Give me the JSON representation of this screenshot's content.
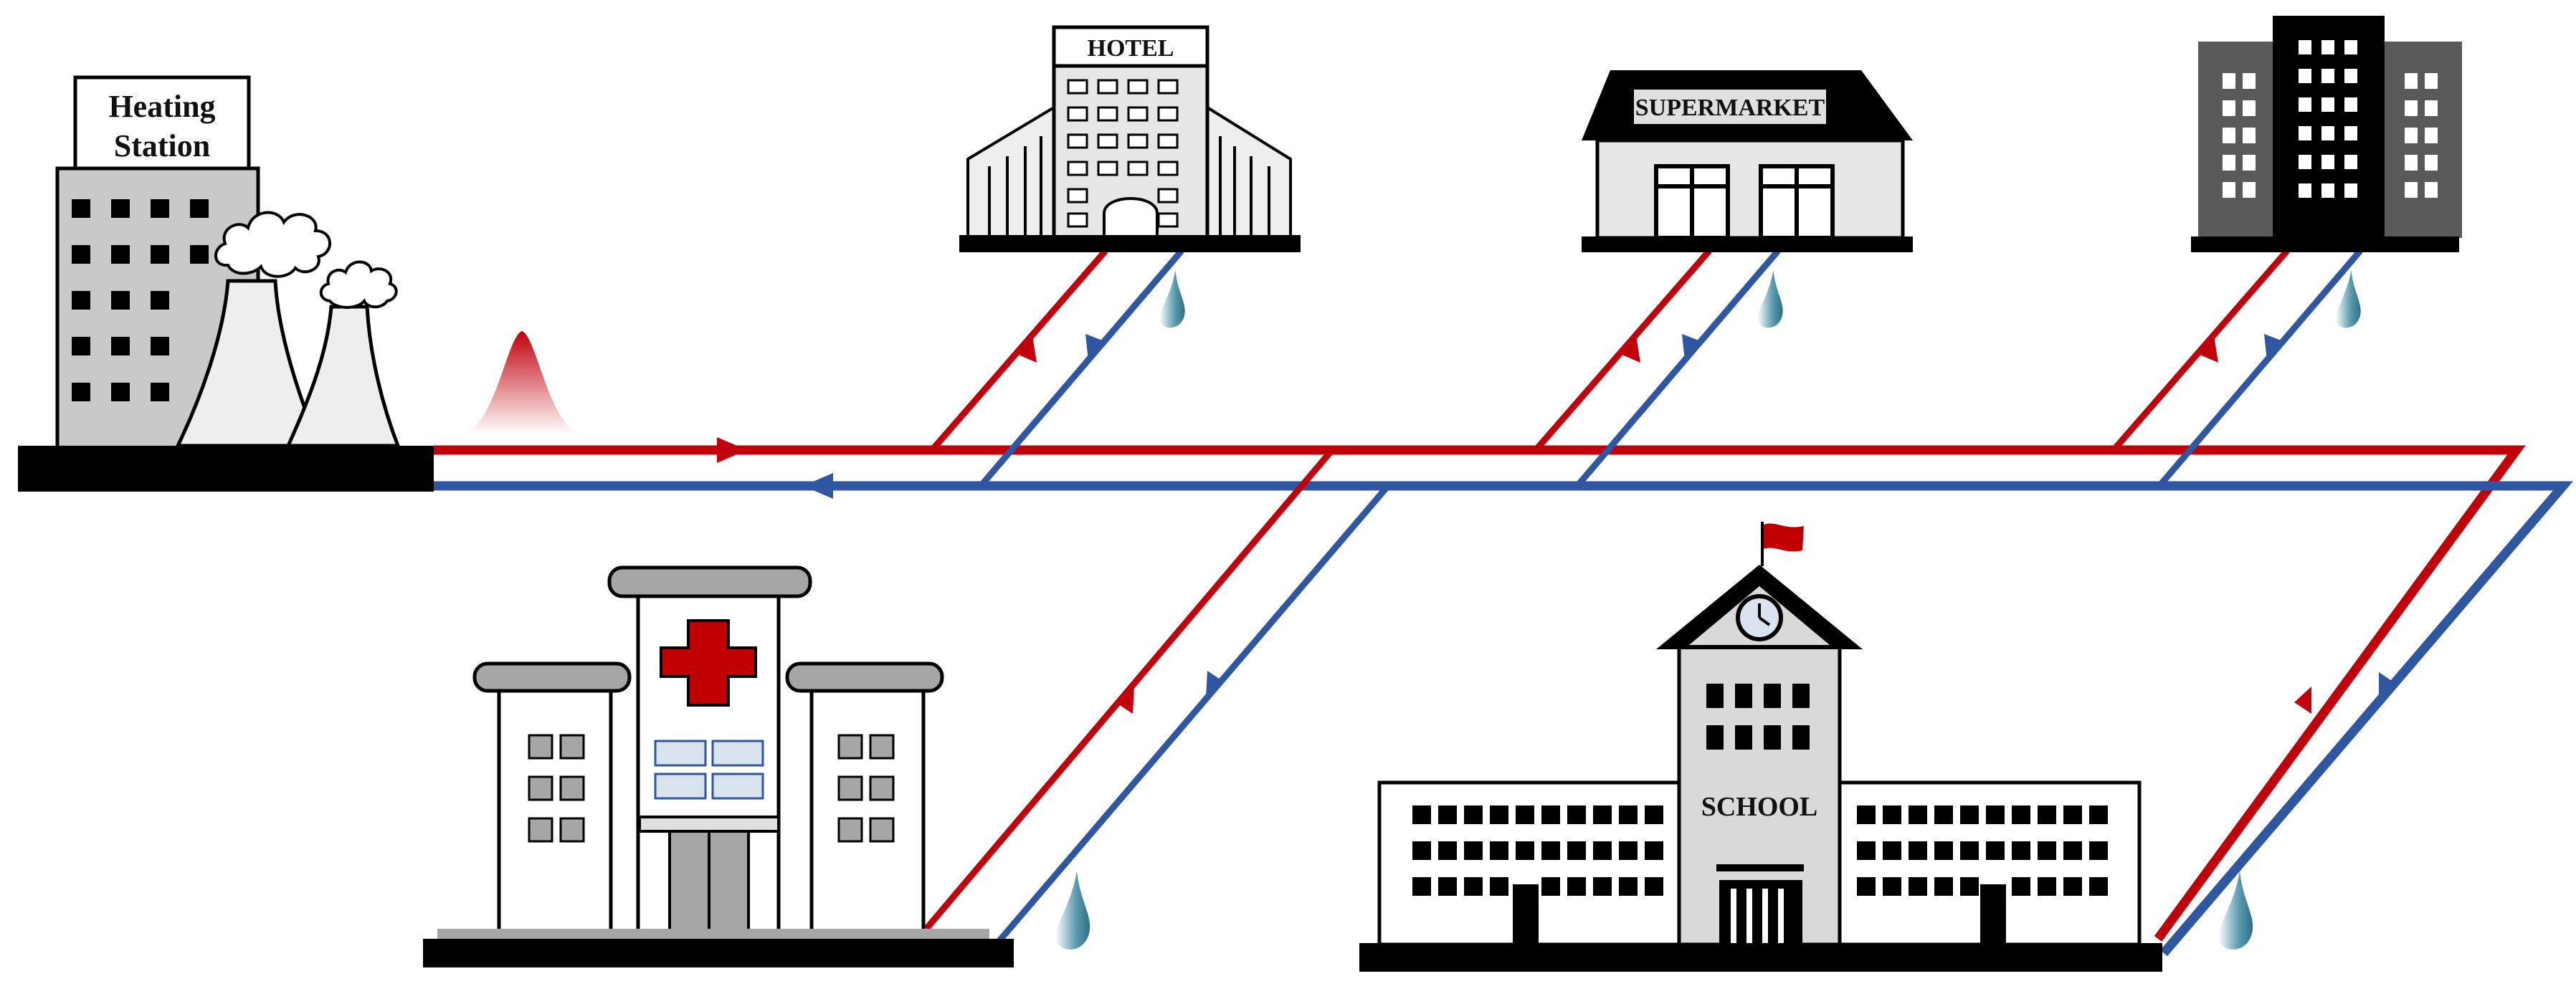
{
  "labels": {
    "heating_station_line1": "Heating",
    "heating_station_line2": "Station",
    "hotel": "HOTEL",
    "supermarket": "SUPERMARKET",
    "school": "SCHOOL"
  },
  "colors": {
    "supply_pipe": "#c0000b",
    "return_pipe": "#2f56a0",
    "building_fill": "#d9d9d9",
    "building_dark": "#595959",
    "outline": "#000000",
    "hospital_cross": "#c00000",
    "leak_drop": "#5b9bb0"
  },
  "icons": {
    "heat_source": "heating-station-building",
    "consumers": [
      "hotel-building",
      "supermarket-building",
      "office-tower-building",
      "hospital-building",
      "school-building"
    ],
    "pulse": "heat-pulse-icon",
    "drops": "water-drop-icon"
  }
}
